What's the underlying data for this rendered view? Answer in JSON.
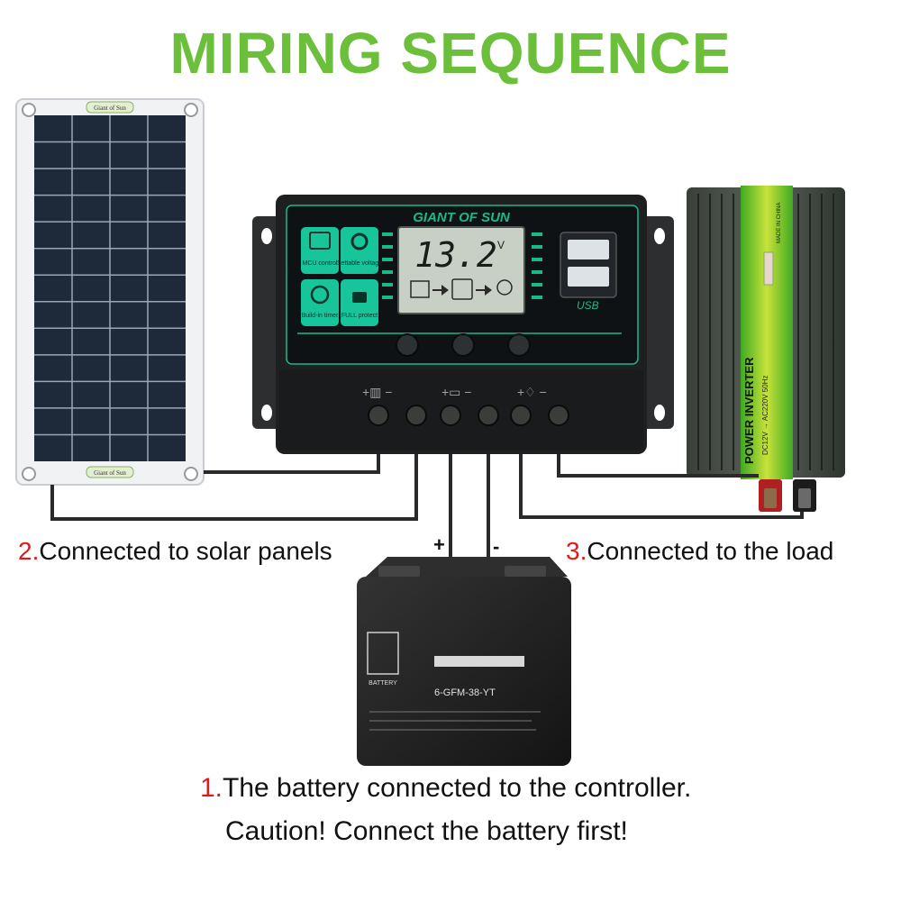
{
  "title": "MIRING SEQUENCE",
  "colors": {
    "title": "#6cbf3a",
    "step_number": "#e01919",
    "controller_accent": "#19b98a",
    "inverter_band": "#4fbf2a",
    "wire": "#2a2a2a"
  },
  "solar_panel": {
    "top_label": "Giant of Sun",
    "bottom_label": "Giant of Sun"
  },
  "controller": {
    "brand": "GIANT OF SUN",
    "voltage": "13.2",
    "unit": "V",
    "features": [
      {
        "label": "MCU control",
        "icon": "chip-icon"
      },
      {
        "label": "Settable voltage",
        "icon": "gear-icon"
      },
      {
        "label": "Build-in timer",
        "icon": "clock-icon"
      },
      {
        "label": "FULL protect",
        "icon": "lock-icon"
      }
    ],
    "usb_label": "USB"
  },
  "inverter": {
    "label": "POWER INVERTER",
    "spec": "DC12V → AC220V 50Hz",
    "made": "MADE IN CHINA"
  },
  "battery": {
    "model": "6-GFM-38-YT",
    "brand": "BATTERY",
    "plus": "+",
    "minus": "-"
  },
  "steps": [
    {
      "number": "2.",
      "text": "Connected to solar panels"
    },
    {
      "number": "3.",
      "text": "Connected to the load"
    },
    {
      "number": "1.",
      "text": "The battery connected to the controller."
    }
  ],
  "caution": "Caution! Connect the battery first!"
}
